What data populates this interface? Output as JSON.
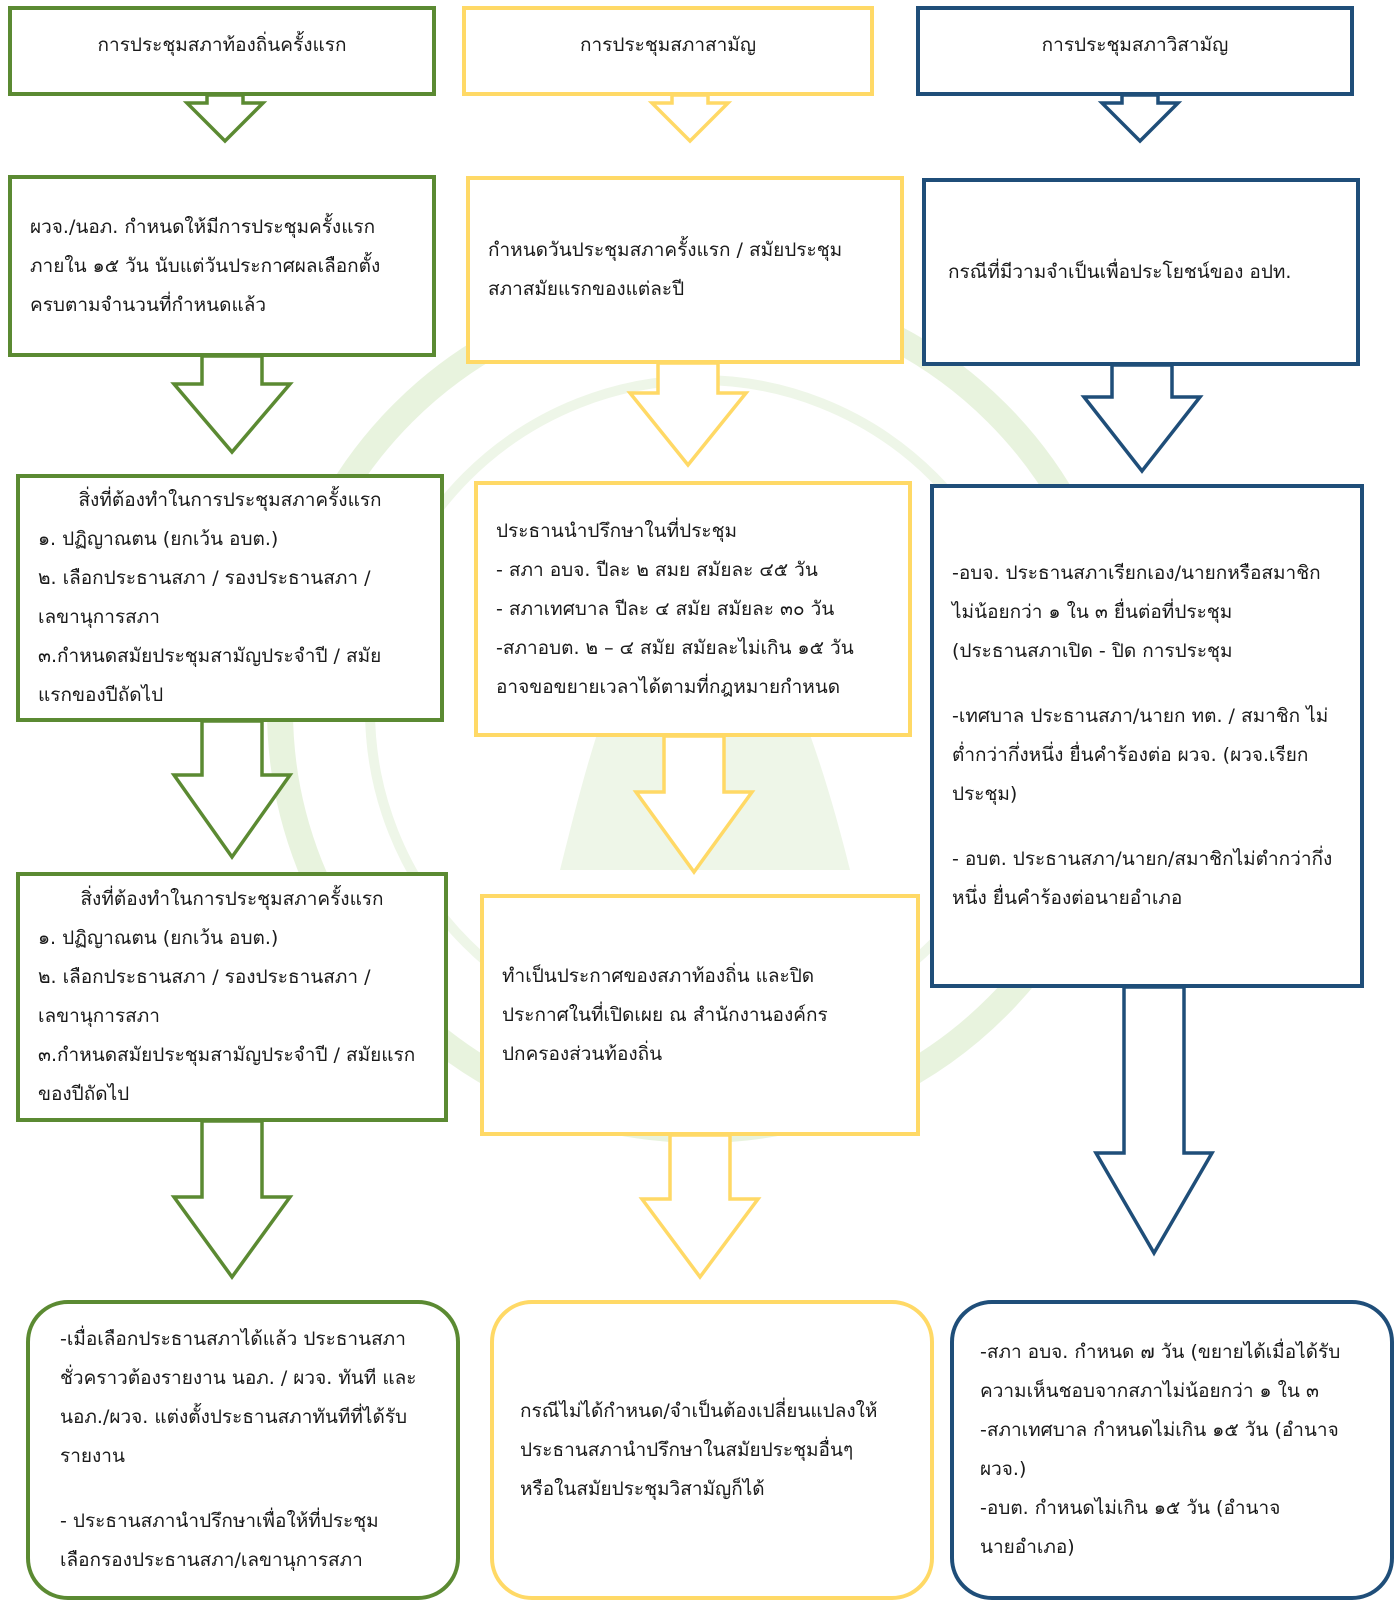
{
  "columns": [
    {
      "id": "first",
      "color": "#5b8a32",
      "header": "การประชุมสภาท้องถิ่นครั้งแรก",
      "box1": [
        "ผวจ./นอภ. กำหนดให้มีการประชุมครั้งแรก",
        "ภายใน ๑๕ วัน นับแต่วันประกาศผลเลือกตั้ง",
        "ครบตามจำนวนที่กำหนดแล้ว"
      ],
      "box2": [
        "สิ่งที่ต้องทำในการประชุมสภาครั้งแรก",
        "๑. ปฏิญาณตน (ยกเว้น อบต.)",
        "๒. เลือกประธานสภา / รองประธานสภา /",
        "เลขานุการสภา",
        "๓.กำหนดสมัยประชุมสามัญประจำปี / สมัย",
        "แรกของปีถัดไป"
      ],
      "box3": [
        "สิ่งที่ต้องทำในการประชุมสภาครั้งแรก",
        "๑. ปฏิญาณตน (ยกเว้น อบต.)",
        "๒. เลือกประธานสภา / รองประธานสภา /",
        "เลขานุการสภา",
        "๓.กำหนดสมัยประชุมสามัญประจำปี / สมัยแรก",
        "ของปีถัดไป"
      ],
      "box4": [
        "-เมื่อเลือกประธานสภาได้แล้ว ประธานสภา",
        "ชั่วคราวต้องรายงาน นอภ. / ผวจ. ทันที และ",
        "นอภ./ผวจ. แต่งตั้งประธานสภาทันทีที่ได้รับ",
        "รายงาน",
        "",
        "- ประธานสภานำปรึกษาเพื่อให้ที่ประชุม",
        "เลือกรองประธานสภา/เลขานุการสภา"
      ]
    },
    {
      "id": "ordinary",
      "color": "#ffd966",
      "header": "การประชุมสภาสามัญ",
      "box1": [
        "กำหนดวันประชุมสภาครั้งแรก / สมัยประชุม",
        "สภาสมัยแรกของแต่ละปี"
      ],
      "box2": [
        "ประธานนำปรึกษาในที่ประชุม",
        "- สภา อบจ. ปีละ ๒ สมย สมัยละ ๔๕ วัน",
        "- สภาเทศบาล ปีละ ๔ สมัย สมัยละ ๓๐ วัน",
        "-สภาอบต. ๒ – ๔ สมัย สมัยละไม่เกิน ๑๕ วัน",
        "อาจขอขยายเวลาได้ตามที่กฎหมายกำหนด"
      ],
      "box3": [
        "ทำเป็นประกาศของสภาท้องถิ่น และปิด",
        "ประกาศในที่เปิดเผย ณ สำนักงานองค์กร",
        "ปกครองส่วนท้องถิ่น"
      ],
      "box4": [
        "กรณีไม่ได้กำหนด/จำเป็นต้องเปลี่ยนแปลงให้",
        "ประธานสภานำปรึกษาในสมัยประชุมอื่นๆ",
        "หรือในสมัยประชุมวิสามัญก็ได้"
      ]
    },
    {
      "id": "extraordinary",
      "color": "#1f4e79",
      "header": "การประชุมสภาวิสามัญ",
      "box1": [
        "กรณีที่มีวามจำเป็นเพื่อประโยชน์ของ อปท."
      ],
      "box2": [
        "-อบจ. ประธานสภาเรียกเอง/นายกหรือสมาชิก",
        "ไม่น้อยกว่า ๑ ใน ๓ ยื่นต่อที่ประชุม",
        "(ประธานสภาเปิด - ปิด การประชุม",
        "",
        "-เทศบาล ประธานสภา/นายก ทต. / สมาชิก ไม่",
        "ต่ำกว่ากึ่งหนึ่ง ยื่นคำร้องต่อ ผวจ. (ผวจ.เรียก",
        "ประชุม)",
        "",
        "- อบต. ประธานสภา/นายก/สมาชิกไม่ตำกว่ากึ่ง",
        "หนึ่ง ยื่นคำร้องต่อนายอำเภอ"
      ],
      "box4": [
        "-สภา อบจ. กำหนด ๗ วัน (ขยายได้เมื่อได้รับ",
        "ความเห็นชอบจากสภาไม่น้อยกว่า ๑ ใน ๓",
        "-สภาเทศบาล กำหนดไม่เกิน ๑๕ วัน (อำนาจ",
        "ผวจ.)",
        "-อบต. กำหนดไม่เกิน ๑๕ วัน (อำนาจ",
        "นายอำเภอ)"
      ]
    }
  ]
}
